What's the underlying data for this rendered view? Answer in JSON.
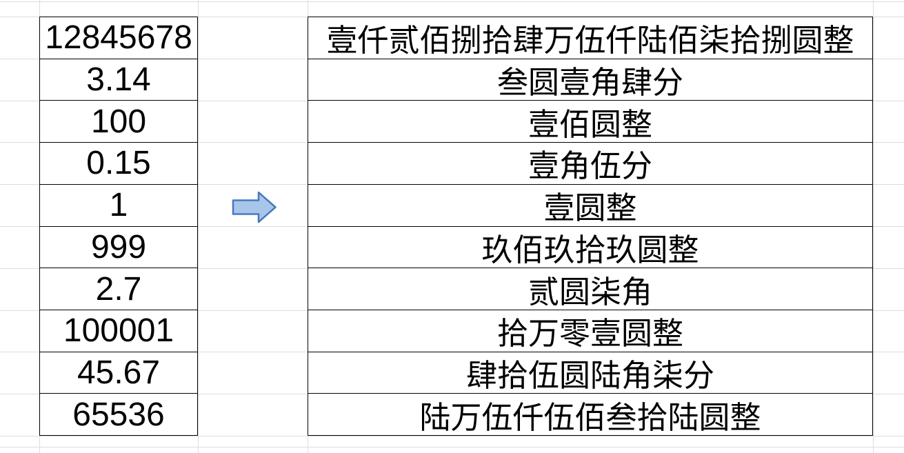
{
  "conversion_table": {
    "rows": [
      {
        "number": "12845678",
        "chinese_amount": "壹仟贰佰捌拾肆万伍仟陆佰柒拾捌圆整"
      },
      {
        "number": "3.14",
        "chinese_amount": "叁圆壹角肆分"
      },
      {
        "number": "100",
        "chinese_amount": "壹佰圆整"
      },
      {
        "number": "0.15",
        "chinese_amount": "壹角伍分"
      },
      {
        "number": "1",
        "chinese_amount": "壹圆整"
      },
      {
        "number": "999",
        "chinese_amount": "玖佰玖拾玖圆整"
      },
      {
        "number": "2.7",
        "chinese_amount": "贰圆柒角"
      },
      {
        "number": "100001",
        "chinese_amount": "拾万零壹圆整"
      },
      {
        "number": "45.67",
        "chinese_amount": "肆拾伍圆陆角柒分"
      },
      {
        "number": "65536",
        "chinese_amount": "陆万伍仟伍佰叁拾陆圆整"
      }
    ]
  },
  "arrow": {
    "fill_color": "#A9C6EA",
    "stroke_color": "#4678BE"
  },
  "colors": {
    "background": "#FFFFFF",
    "gridline": "#DCDCDC",
    "cell_border": "#000000",
    "text": "#000000"
  }
}
